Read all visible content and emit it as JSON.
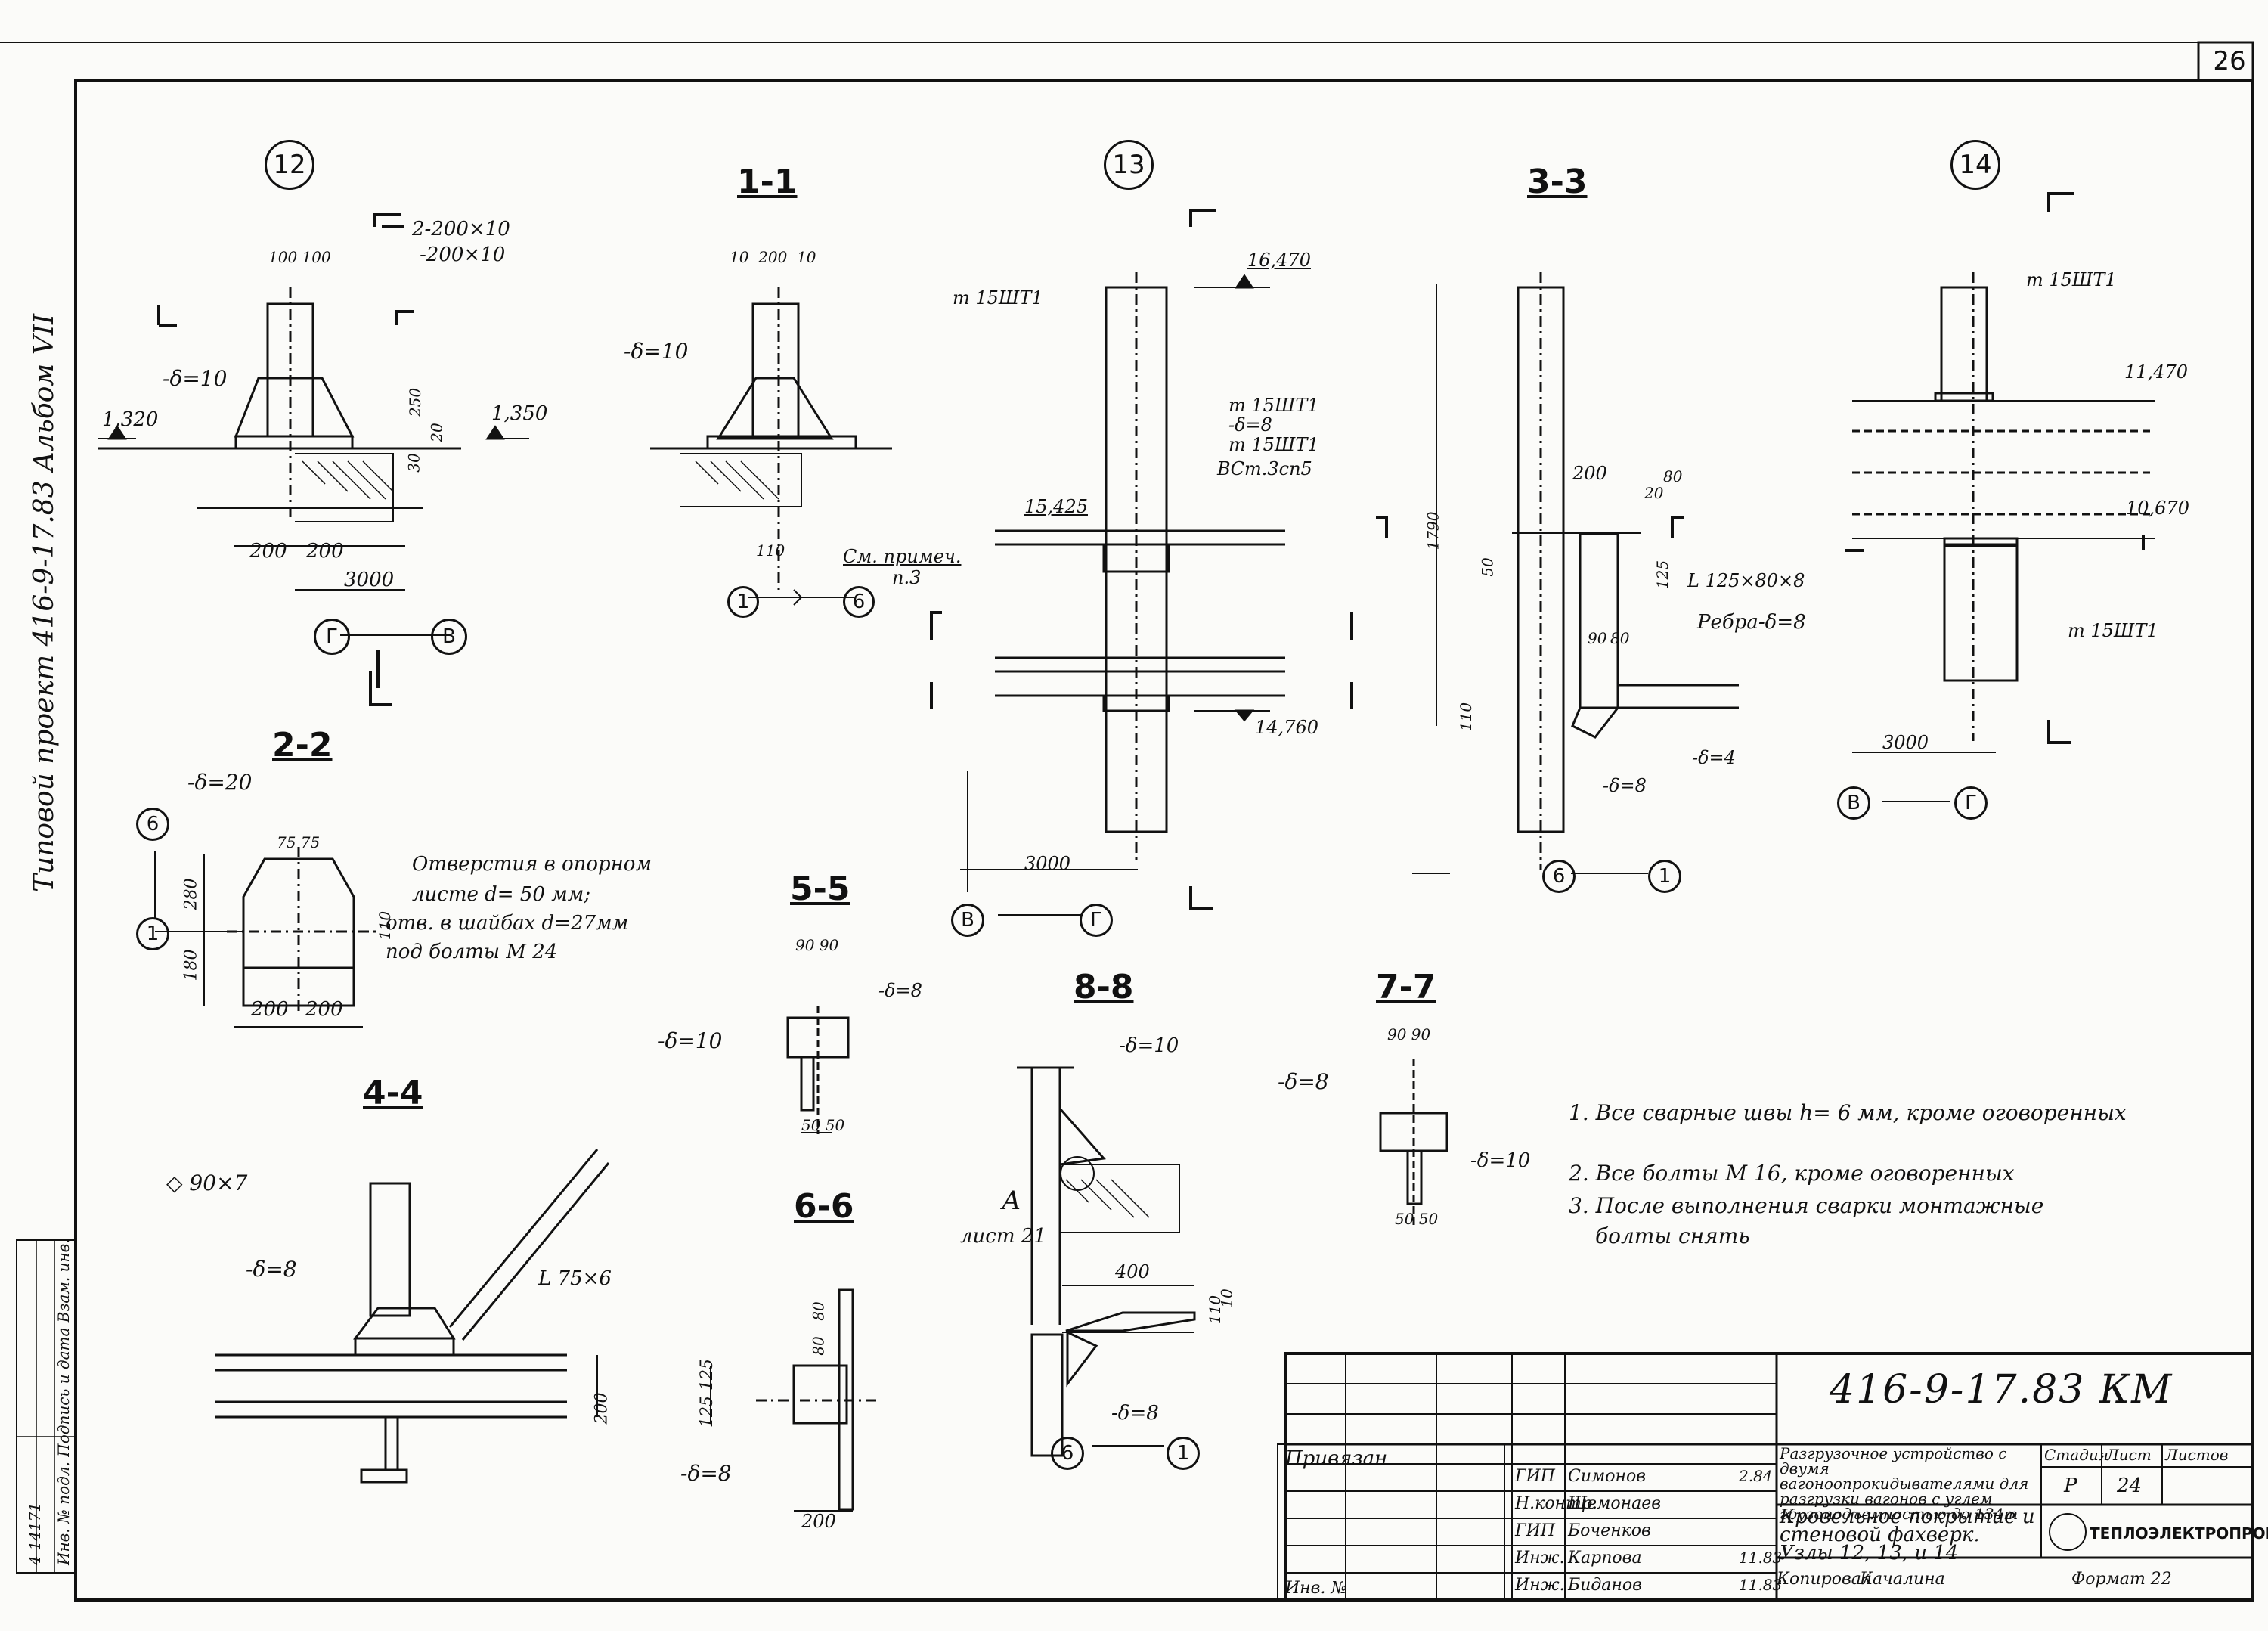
{
  "sheet_number": "26",
  "side_title": "Типовой проект 416-9-17.83 Альбом VII",
  "stamp_side": "Инв. № подл. Подпись и дата Взам. инв.",
  "stamp_side_nums": "4-14171",
  "nodes": {
    "n12": "12",
    "n13": "13",
    "n14": "14"
  },
  "sections": {
    "s11": "1-1",
    "s22": "2-2",
    "s33": "3-3",
    "s44": "4-4",
    "s55": "5-5",
    "s66": "6-6",
    "s77": "7-7",
    "s88": "8-8"
  },
  "axes": {
    "G": "Г",
    "V": "В",
    "six": "6",
    "one": "1"
  },
  "labels": {
    "n12_plates": "2-200×10",
    "n12_plate2": "-200×10",
    "n12_d10": "-δ=10",
    "n12_dims_top": "100 100",
    "n12_250": "250",
    "n12_20": "20",
    "n12_30": "30",
    "n12_1320": "1,320",
    "n12_1350": "1,350",
    "n12_200a": "200",
    "n12_200b": "200",
    "n12_3000": "3000",
    "s11_dims": "10  200  10",
    "s11_d10": "-δ=10",
    "s11_110": "110",
    "n13_t15": "т 15ШТ1",
    "n13_16470": "16,470",
    "n13_t15b": "т 15ШТ1",
    "n13_d8": "-δ=8",
    "n13_t15c": "т 15ШТ1",
    "n13_steel": "ВСт.3сп5",
    "n13_15425": "15,425",
    "n13_see": "См. примеч.",
    "n13_p3": "п.3",
    "n13_14760": "14,760",
    "n13_3000": "3000",
    "s33_1790": "1790",
    "s33_200": "200",
    "s33_80": "80",
    "s33_20": "20",
    "s33_50": "50",
    "s33_125": "125",
    "s33_angle": "L 125×80×8",
    "s33_ribs": "Ребра-δ=8",
    "s33_90": "90",
    "s33_80b": "80",
    "s33_110": "110",
    "s33_d4": "-δ=4",
    "s33_d8": "-δ=8",
    "n14_t15": "т 15ШТ1",
    "n14_11470": "11,470",
    "n14_10670": "10,670",
    "n14_t15b": "т 15ШТ1",
    "n14_3000": "3000",
    "s22_d20": "-δ=20",
    "s22_7575": "75 75",
    "s22_280": "280",
    "s22_180": "180",
    "s22_110": "110",
    "s22_200a": "200",
    "s22_200b": "200",
    "s22_note1": "Отверстия в опорном",
    "s22_note2": "листе  d= 50 мм;",
    "s22_note3": "отв. в шайбах  d=27мм",
    "s22_note4": "под болты   М 24",
    "s55_9090": "90 90",
    "s55_d8": "-δ=8",
    "s55_d10": "-δ=10",
    "s55_5050": "50 50",
    "s88_d10": "-δ=10",
    "s88_A": "А",
    "s88_sheet": "лист 21",
    "s88_400": "400",
    "s88_110": "110",
    "s88_10": "10",
    "s88_d8": "-δ=8",
    "s77_9090": "90 90",
    "s77_d8": "-δ=8",
    "s77_d10": "-δ=10",
    "s77_5050": "50 50",
    "s44_pipe": "◇ 90×7",
    "s44_d8": "-δ=8",
    "s44_angle": "L 75×6",
    "s44_200": "200",
    "s66_80a": "80",
    "s66_80b": "80",
    "s66_125": "125 125",
    "s66_d8": "-δ=8",
    "s66_200": "200"
  },
  "notes": [
    "1. Все сварные швы h= 6 мм, кроме оговоренных",
    "2. Все болты М 16, кроме оговоренных",
    "3. После выполнения   сварки   монтажные",
    "болты  снять"
  ],
  "title_block": {
    "code": "416-9-17.83 КМ",
    "privyazan": "Привязан",
    "inv": "Инв. №",
    "description": "Разгрузочное устройство с двумя вагоноопрокидывателями для разгрузки вагонов с углем грузоподъемностью до 134т",
    "title": "Кровельное покрытие и стеновой фахверк. Узлы 12, 13, и 14",
    "stage_h": "Стадия",
    "sheet_h": "Лист",
    "sheets_h": "Листов",
    "stage": "Р",
    "sheet": "24",
    "sheets": "",
    "org": "ТЕПЛОЭЛЕКТРОПРОЕКТ",
    "copied": "Копировал",
    "copier": "Качалина",
    "format": "Формат 22",
    "people": [
      {
        "role": "ГИП",
        "name": "Симонов",
        "date": "2.84"
      },
      {
        "role": "Н.контр.",
        "name": "Шемонаев",
        "date": ""
      },
      {
        "role": "ГИП",
        "name": "Боченков",
        "date": ""
      },
      {
        "role": "Инж.",
        "name": "Карпова",
        "date": "11.83"
      },
      {
        "role": "Инж.",
        "name": "Биданов",
        "date": "11.83"
      }
    ]
  }
}
